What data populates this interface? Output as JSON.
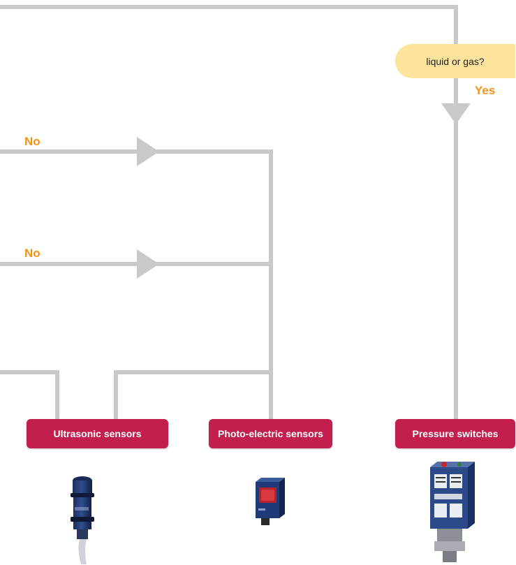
{
  "decision": {
    "text": "liquid or gas?"
  },
  "branch_labels": {
    "yes": "Yes",
    "no_1": "No",
    "no_2": "No"
  },
  "outputs": [
    {
      "label": "Ultrasonic sensors"
    },
    {
      "label": "Photo-electric sensors"
    },
    {
      "label": "Pressure switches"
    }
  ],
  "colors": {
    "connector": "#c8c9cb",
    "output_box": "#c21f4f",
    "decision_fill": "#fce49c",
    "branch_label": "#f29217"
  },
  "icons": {
    "product_1": "ultrasonic-sensor-icon",
    "product_2": "photo-electric-sensor-icon",
    "product_3": "pressure-switch-icon"
  }
}
